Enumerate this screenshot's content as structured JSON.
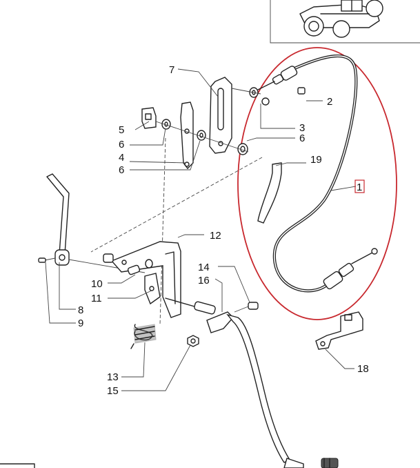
{
  "callouts": {
    "c1": "1",
    "c2": "2",
    "c3": "3",
    "c4": "4",
    "c5": "5",
    "c6a": "6",
    "c6b": "6",
    "c6c": "6",
    "c7": "7",
    "c8": "8",
    "c9": "9",
    "c10": "10",
    "c11": "11",
    "c12": "12",
    "c13": "13",
    "c14": "14",
    "c15": "15",
    "c16": "16",
    "c18": "18",
    "c19": "19"
  },
  "colors": {
    "highlight": "#c8282e",
    "line": "#222222"
  },
  "icons": {
    "tractor": "tractor-thumbnail-icon"
  }
}
